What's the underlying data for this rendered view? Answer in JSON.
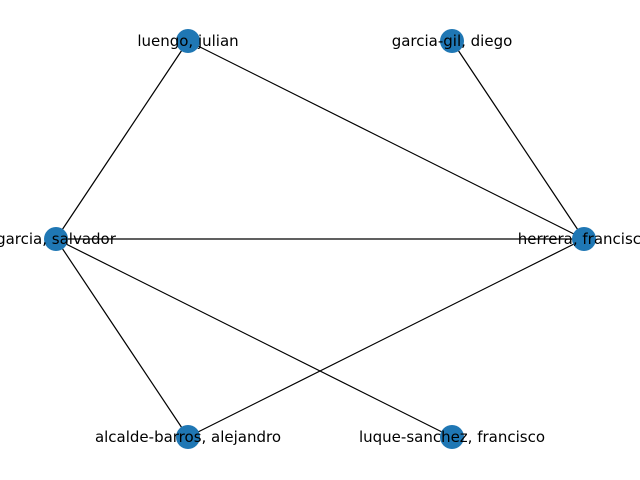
{
  "graph": {
    "node_color": "#1f77b4",
    "edge_color": "#000000",
    "nodes": [
      {
        "id": "luengo",
        "label": "luengo, julian"
      },
      {
        "id": "garcia_gil",
        "label": "garcia-gil, diego"
      },
      {
        "id": "garcia",
        "label": "garcia, salvador"
      },
      {
        "id": "herrera",
        "label": "herrera, francisco"
      },
      {
        "id": "alcalde",
        "label": "alcalde-barros, alejandro"
      },
      {
        "id": "luque",
        "label": "luque-sanchez, francisco"
      }
    ],
    "edges": [
      {
        "source": "luengo",
        "target": "garcia"
      },
      {
        "source": "luengo",
        "target": "herrera"
      },
      {
        "source": "garcia_gil",
        "target": "herrera"
      },
      {
        "source": "garcia",
        "target": "herrera"
      },
      {
        "source": "garcia",
        "target": "alcalde"
      },
      {
        "source": "garcia",
        "target": "luque"
      },
      {
        "source": "herrera",
        "target": "alcalde"
      }
    ]
  }
}
